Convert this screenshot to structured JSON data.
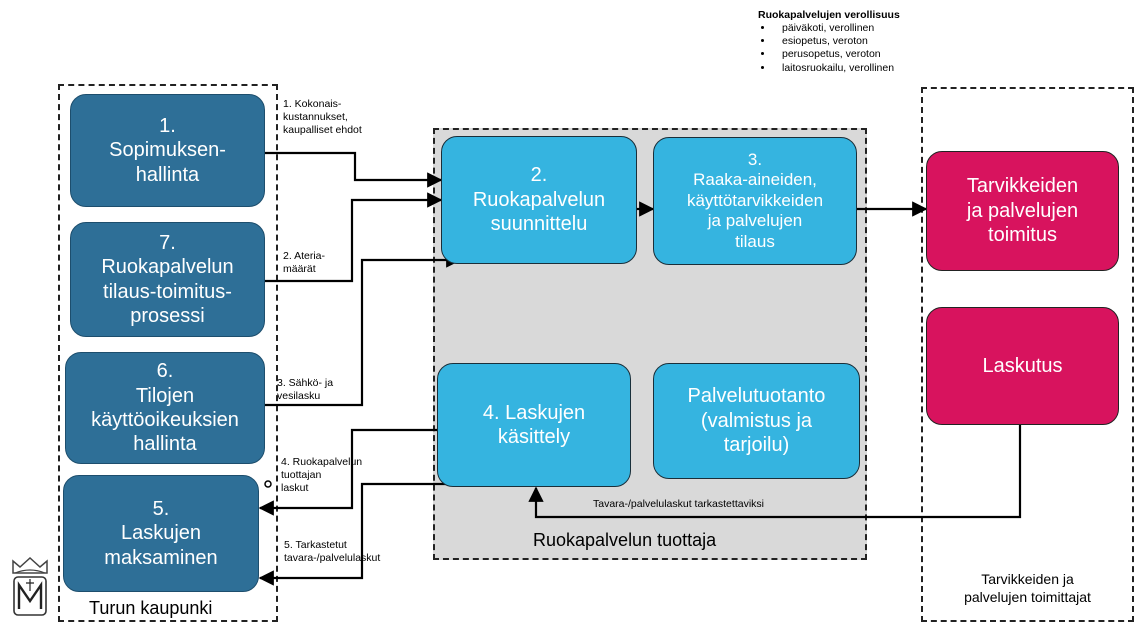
{
  "legend": {
    "title": "Ruokapalvelujen verollisuus",
    "items": [
      "päiväkoti, verollinen",
      "esiopetus, veroton",
      "perusopetus, veroton",
      "laitosruokailu, verollinen"
    ]
  },
  "groups": {
    "city": "Turun kaupunki",
    "producer": "Ruokapalvelun tuottaja",
    "supplier_line1": "Tarvikkeiden ja",
    "supplier_line2": "palvelujen toimittajat"
  },
  "boxes": {
    "b1": {
      "num": "1.",
      "l1": "Sopimuksen-",
      "l2": "hallinta"
    },
    "b7": {
      "num": "7.",
      "l1": "Ruokapalvelun",
      "l2": "tilaus-toimitus-",
      "l3": "prosessi"
    },
    "b6": {
      "num": "6.",
      "l1": "Tilojen",
      "l2": "käyttöoikeuksien",
      "l3": "hallinta"
    },
    "b5": {
      "num": "5.",
      "l1": "Laskujen",
      "l2": "maksaminen"
    },
    "b2": {
      "num": "2.",
      "l1": "Ruokapalvelun",
      "l2": "suunnittelu"
    },
    "b3": {
      "num": "3.",
      "l1": "Raaka-aineiden,",
      "l2": "käyttötarvikkeiden",
      "l3": "ja palvelujen",
      "l4": "tilaus"
    },
    "b4": {
      "l1": "4. Laskujen",
      "l2": "käsittely"
    },
    "bp": {
      "l1": "Palvelutuotanto",
      "l2": "(valmistus ja",
      "l3": "tarjoilu)"
    },
    "bt": {
      "l1": "Tarvikkeiden",
      "l2": "ja palvelujen",
      "l3": "toimitus"
    },
    "bl": {
      "l1": "Laskutus"
    }
  },
  "flows": {
    "f1": {
      "l1": "1. Kokonais-",
      "l2": "kustannukset,",
      "l3": "kaupalliset ehdot"
    },
    "f2": {
      "l1": "2. Ateria-",
      "l2": "määrät"
    },
    "f3": {
      "l1": "3. Sähkö- ja",
      "l2": "vesilasku"
    },
    "f4": {
      "l1": "4. Ruokapalvelun",
      "l2": "tuottajan",
      "l3": "laskut"
    },
    "f5": {
      "l1": "5. Tarkastetut",
      "l2": "tavara-/palvelulaskut"
    },
    "fi": {
      "l1": "Tavara-/palvelulaskut tarkastettaviksi"
    }
  },
  "colors": {
    "city_box": "#2e6f97",
    "producer_box": "#35b4e0",
    "supplier_box": "#d8135e",
    "producer_area": "#d9d9d9"
  }
}
